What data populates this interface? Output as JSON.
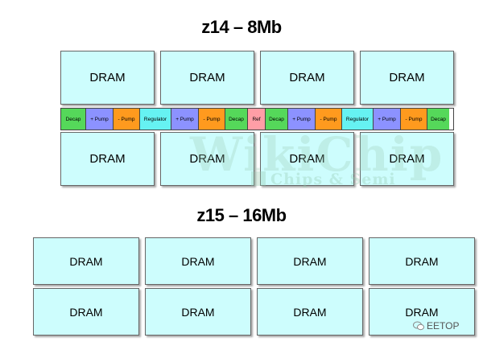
{
  "titles": {
    "top": "z14 – 8Mb",
    "bottom": "z15 – 16Mb"
  },
  "dram_label": "DRAM",
  "z14": {
    "top_row": [
      "DRAM",
      "DRAM",
      "DRAM",
      "DRAM"
    ],
    "bottom_row": [
      "DRAM",
      "DRAM",
      "DRAM",
      "DRAM"
    ],
    "strip": [
      {
        "label": "Decap",
        "kind": "decap"
      },
      {
        "label": "+ Pump",
        "kind": "pump-p"
      },
      {
        "label": "- Pump",
        "kind": "pump-m"
      },
      {
        "label": "Regulator",
        "kind": "reg"
      },
      {
        "label": "+ Pump",
        "kind": "pump-p"
      },
      {
        "label": "- Pump",
        "kind": "pump-m"
      },
      {
        "label": "Decap",
        "kind": "decap"
      },
      {
        "label": "Ref",
        "kind": "ref"
      },
      {
        "label": "Decap",
        "kind": "decap"
      },
      {
        "label": "+ Pump",
        "kind": "pump-p"
      },
      {
        "label": "- Pump",
        "kind": "pump-m"
      },
      {
        "label": "Regulator",
        "kind": "reg"
      },
      {
        "label": "+ Pump",
        "kind": "pump-p"
      },
      {
        "label": "- Pump",
        "kind": "pump-m"
      },
      {
        "label": "Decap",
        "kind": "decap"
      }
    ]
  },
  "z15": {
    "top_row": [
      "DRAM",
      "DRAM",
      "DRAM",
      "DRAM"
    ],
    "bottom_row": [
      "DRAM",
      "DRAM",
      "DRAM",
      "DRAM"
    ]
  },
  "watermark": {
    "main": "WikiChip",
    "sub": "Chips & Semi"
  },
  "credit": "EETOP",
  "colors": {
    "dram": "#cdfdfd",
    "decap": "#55d85a",
    "pump_plus": "#8c92ff",
    "pump_minus": "#ff9a1e",
    "regulator": "#66f2f2",
    "ref": "#ff9ea6"
  }
}
